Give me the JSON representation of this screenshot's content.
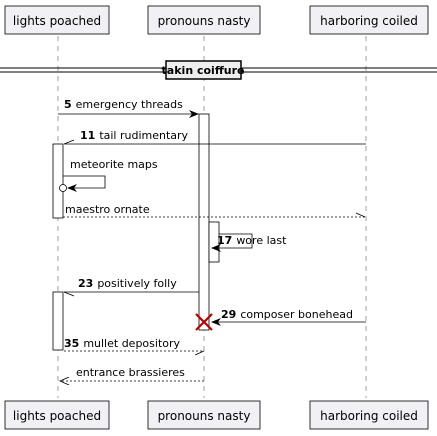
{
  "participants": [
    {
      "name": "lights poached"
    },
    {
      "name": "pronouns nasty"
    },
    {
      "name": "harboring coiled"
    }
  ],
  "divider": "takin coiffure",
  "messages": [
    {
      "number": "5",
      "text": "emergency threads"
    },
    {
      "number": "11",
      "text": "tail rudimentary"
    },
    {
      "number": "",
      "text": "meteorite maps"
    },
    {
      "number": "",
      "text": "maestro ornate"
    },
    {
      "number": "17",
      "text": "wore last"
    },
    {
      "number": "23",
      "text": "positively folly"
    },
    {
      "number": "29",
      "text": "composer bonehead"
    },
    {
      "number": "35",
      "text": "mullet depository"
    },
    {
      "number": "",
      "text": "entrance brassieres"
    }
  ]
}
